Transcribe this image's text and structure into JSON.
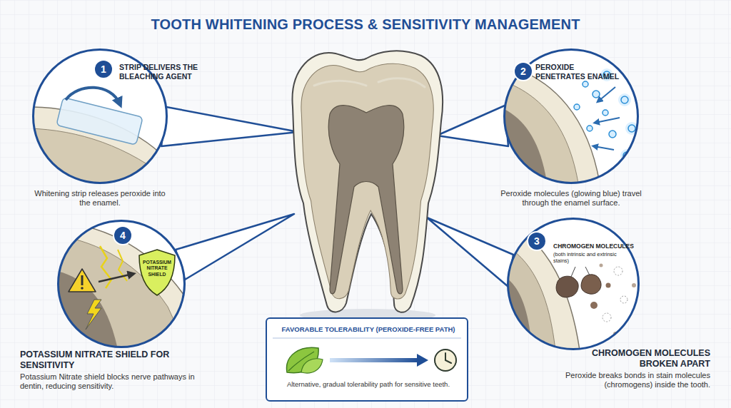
{
  "diagram": {
    "title": "TOOTH WHITENING PROCESS & SENSITIVITY MANAGEMENT",
    "nodes": [
      {
        "text": [
          "STRIP DELIVERS THE BLEACHING AGENT",
          "Whitening strip releases peroxide into the enamel."
        ]
      },
      {
        "text": [
          "PEROXIDE PENETRATES ENAMEL",
          "Peroxide molecules (glowing blue) travel through the enamel surface."
        ]
      },
      {
        "text": [
          "POTASSIUM NITRATE SHIELD FOR SENSITIVITY",
          "Potassium Nitrate shield blocks nerve pathways in dentin, reducing sensitivity."
        ]
      },
      {
        "text": [
          "POTASSIUM NITRATE SHIELD"
        ],
        "in": 2
      },
      {
        "text": [
          "CHROMOGEN MOLECULES BROKEN APART",
          "Peroxide breaks bonds in stain molecules (chromogens) inside the tooth."
        ]
      },
      {
        "text": [
          "FAVORABLE TOLERABILITY (PEROXIDE-FREE PATH)",
          "Alternative, gradual tolerability path for sensitive teeth."
        ]
      }
    ],
    "labels": [
      "1",
      "2",
      "3",
      "4",
      "CHROMOGEN MOLECULES",
      "(both intrinsic and extrinsic stains)"
    ]
  }
}
